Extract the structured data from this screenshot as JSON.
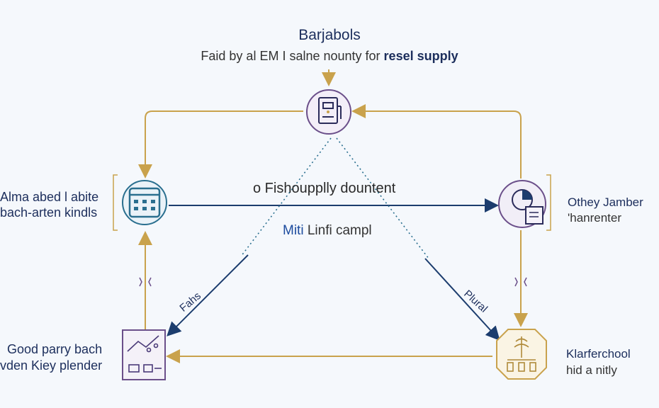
{
  "header": {
    "title": "Barjabols",
    "subtitle_prefix": "Faid by al EM I salne nounty for ",
    "subtitle_highlight": "resel supply"
  },
  "nodes": {
    "left": {
      "line1": "Alma abed l abite",
      "line2": "bach-arten kindls"
    },
    "right": {
      "line1": "Othey Jamber",
      "line2": "'hanrenter"
    },
    "bottom_left": {
      "line1": "Good parry bach",
      "line2": "vden Kiey plender"
    },
    "bottom_right": {
      "line1": "Klarferchool",
      "line2": "hid a nitly"
    }
  },
  "edges": {
    "center_arrow_label": "o Fishoupplly dountent",
    "mid_label_highlight": "Miti",
    "mid_label_rest": " Linfi campl",
    "left_diagonal_label": "Fahs",
    "right_diagonal_label": "Plural"
  },
  "colors": {
    "navy": "#1c3d6e",
    "gold": "#c9a24c",
    "purple": "#6b4f8a",
    "teal": "#2a6f8f"
  }
}
